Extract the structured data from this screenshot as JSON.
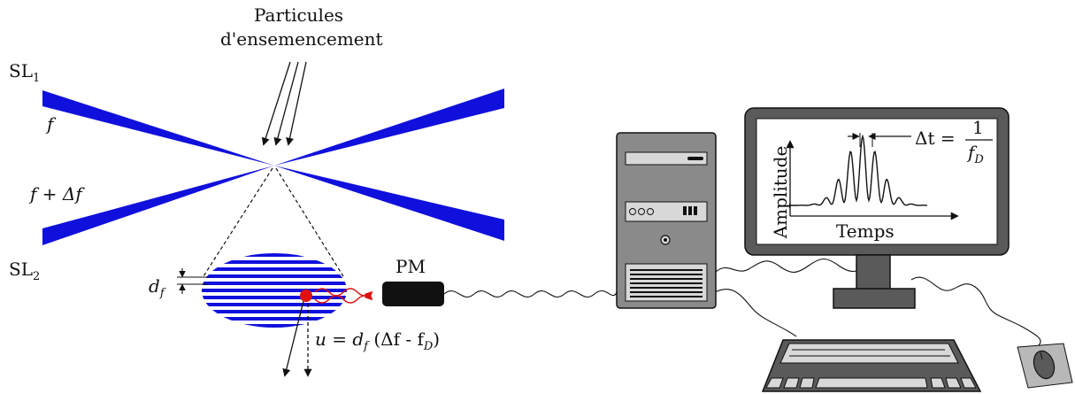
{
  "labels": {
    "particles_line1": "Particules",
    "particles_line2": "d'ensemencement",
    "sl1_main": "SL",
    "sl1_sub": "1",
    "sl2_main": "SL",
    "sl2_sub": "2",
    "beam1_freq": "f",
    "beam2_freq": "f + Δf",
    "fringe_main": "d",
    "fringe_sub": "f",
    "pm": "PM",
    "velocity_formula": "u = d",
    "velocity_sub": "f",
    "velocity_rest": " (Δf - f",
    "velocity_sub2": "D",
    "velocity_close": ")"
  },
  "monitor": {
    "yaxis": "Amplitude",
    "xaxis": "Temps",
    "delta_t": "Δt =",
    "frac_num": "1",
    "frac_den_main": "f",
    "frac_den_sub": "D"
  },
  "colors": {
    "beam": "#1010dd",
    "stripe": "#1010dd",
    "particle": "#e01010",
    "case": "#8a8a8a",
    "dark": "#111111",
    "screen_bezel": "#5a5a5a",
    "mousepad": "#b8b8b8"
  },
  "icons": {
    "cpu": "desktop-tower-icon",
    "monitor": "monitor-icon",
    "keyboard": "keyboard-icon",
    "mouse": "mouse-icon",
    "pm": "photomultiplier-icon"
  }
}
